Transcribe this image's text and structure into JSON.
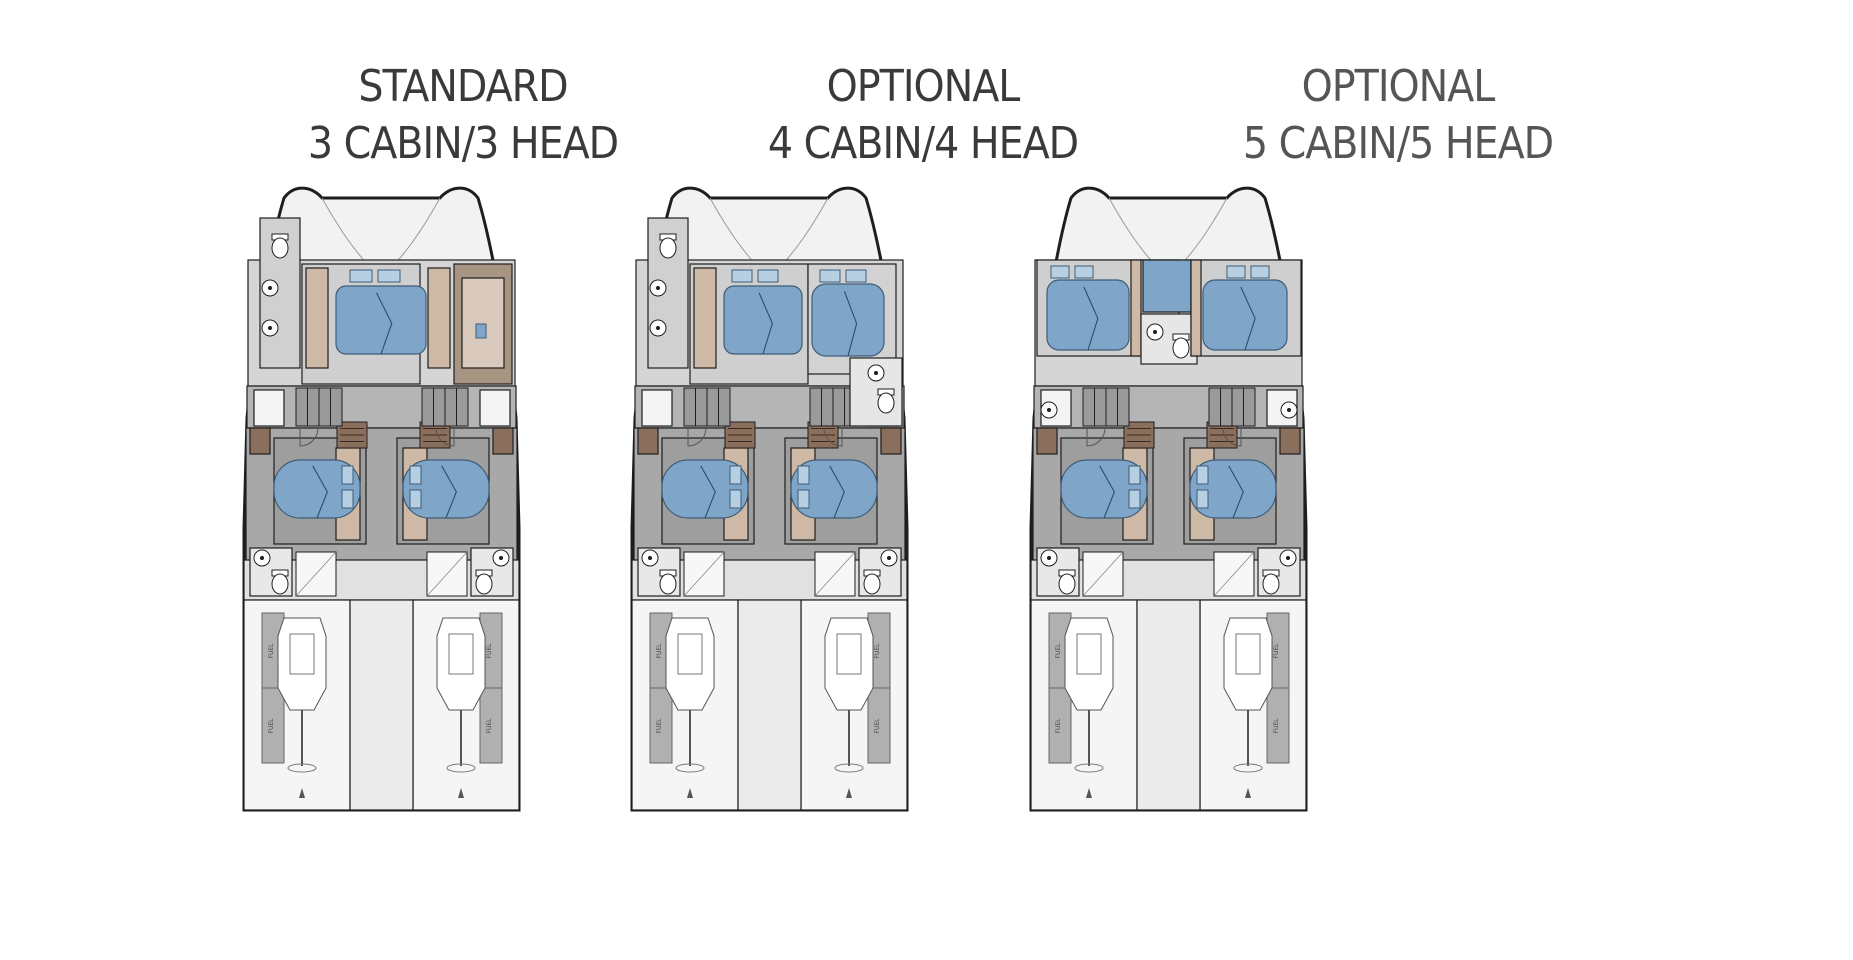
{
  "layouts": [
    {
      "line1": "STANDARD",
      "line2": "3 CABIN/3 HEAD",
      "variant": "standard"
    },
    {
      "line1": "OPTIONAL",
      "line2": "4 CABIN/4 HEAD",
      "variant": "four"
    },
    {
      "line1": "OPTIONAL",
      "line2": "5 CABIN/5 HEAD",
      "variant": "five"
    }
  ],
  "labels": {
    "fuel": "FUEL"
  },
  "colors": {
    "bed": "#7fa6c8",
    "pillow": "#b7cfe3",
    "wood": "#cdb9a5",
    "dark_wood": "#8b6f5d",
    "floor": "#c7c7c7",
    "deck": "#f2f2f2",
    "outline": "#1e1e1e",
    "tank": "#b0b0b0"
  }
}
